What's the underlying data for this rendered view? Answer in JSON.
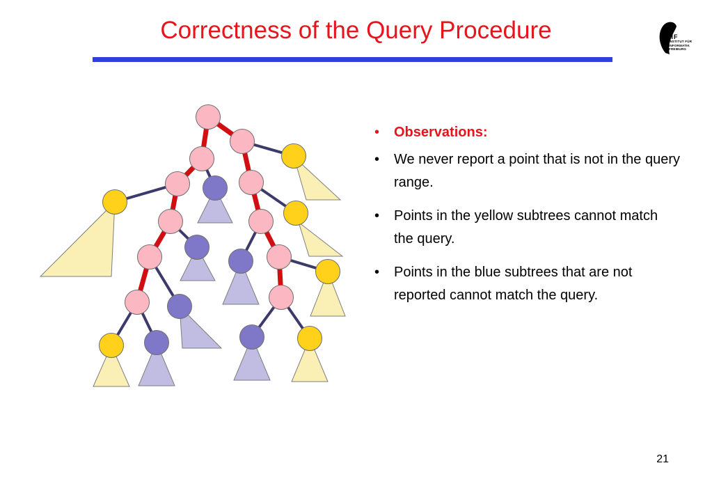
{
  "slide": {
    "title": "Correctness of the Query Procedure",
    "page_number": "21",
    "bullet_symbol": "•",
    "bullets": [
      "Observations:",
      "We never report a point that is not in the query range.",
      "Points in the yellow subtrees cannot match the query.",
      "Points in the blue subtrees that are not reported cannot match the query."
    ]
  },
  "logo": {
    "letters": "IIF",
    "lines": [
      "INSTITUT FÜR",
      "INFORMATIK",
      "FREIBURG"
    ]
  },
  "colors": {
    "title": "#e8141c",
    "rule": "#2f3fe0",
    "heading_bullet": "#e8141c",
    "search_path": "#d10f12",
    "edge": "#3c3a6a",
    "pink_node": "#fbb8c2",
    "yellow_node": "#ffd11a",
    "blue_node": "#7f78c8",
    "yellow_subtree": "#faf0b6",
    "blue_subtree": "#c1bce2"
  }
}
